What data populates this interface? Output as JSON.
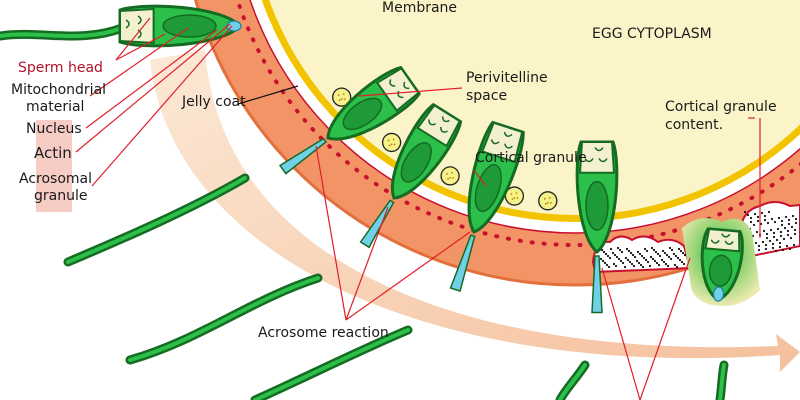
{
  "labels": {
    "membrane": "Membrane",
    "egg_cytoplasm": "EGG CYTOPLASM",
    "sperm_head": "Sperm head",
    "mitochondrial_1": "Mitochondrial",
    "mitochondrial_2": "material",
    "nucleus": "Nucleus",
    "actin": "Actin",
    "acrosomal_1": "Acrosomal",
    "acrosomal_2": "granule",
    "jelly_coat": "Jelly coat",
    "perivitelline_1": "Perivitelline",
    "perivitelline_2": "space",
    "cortical_granule": "Cortical granule",
    "cortical_content_1": "Cortical granule",
    "cortical_content_2": "content.",
    "acrosome_reaction": "Acrosome reaction"
  },
  "colors": {
    "cytoplasm": "#fbf4c9",
    "membrane_yellow": "#f2c400",
    "vitelline_red": "#c8102e",
    "jelly_orange": "#f08c5a",
    "arrow_peach": "#f6c9a0",
    "sperm_green": "#1e8c2c",
    "sperm_light_green": "#2cc04a",
    "mitochondria_cream": "#f3f0cf",
    "acrosome_blue": "#6fd0e8",
    "label_red": "#b3122b",
    "sperm_head_box": "#f5c7bf"
  }
}
